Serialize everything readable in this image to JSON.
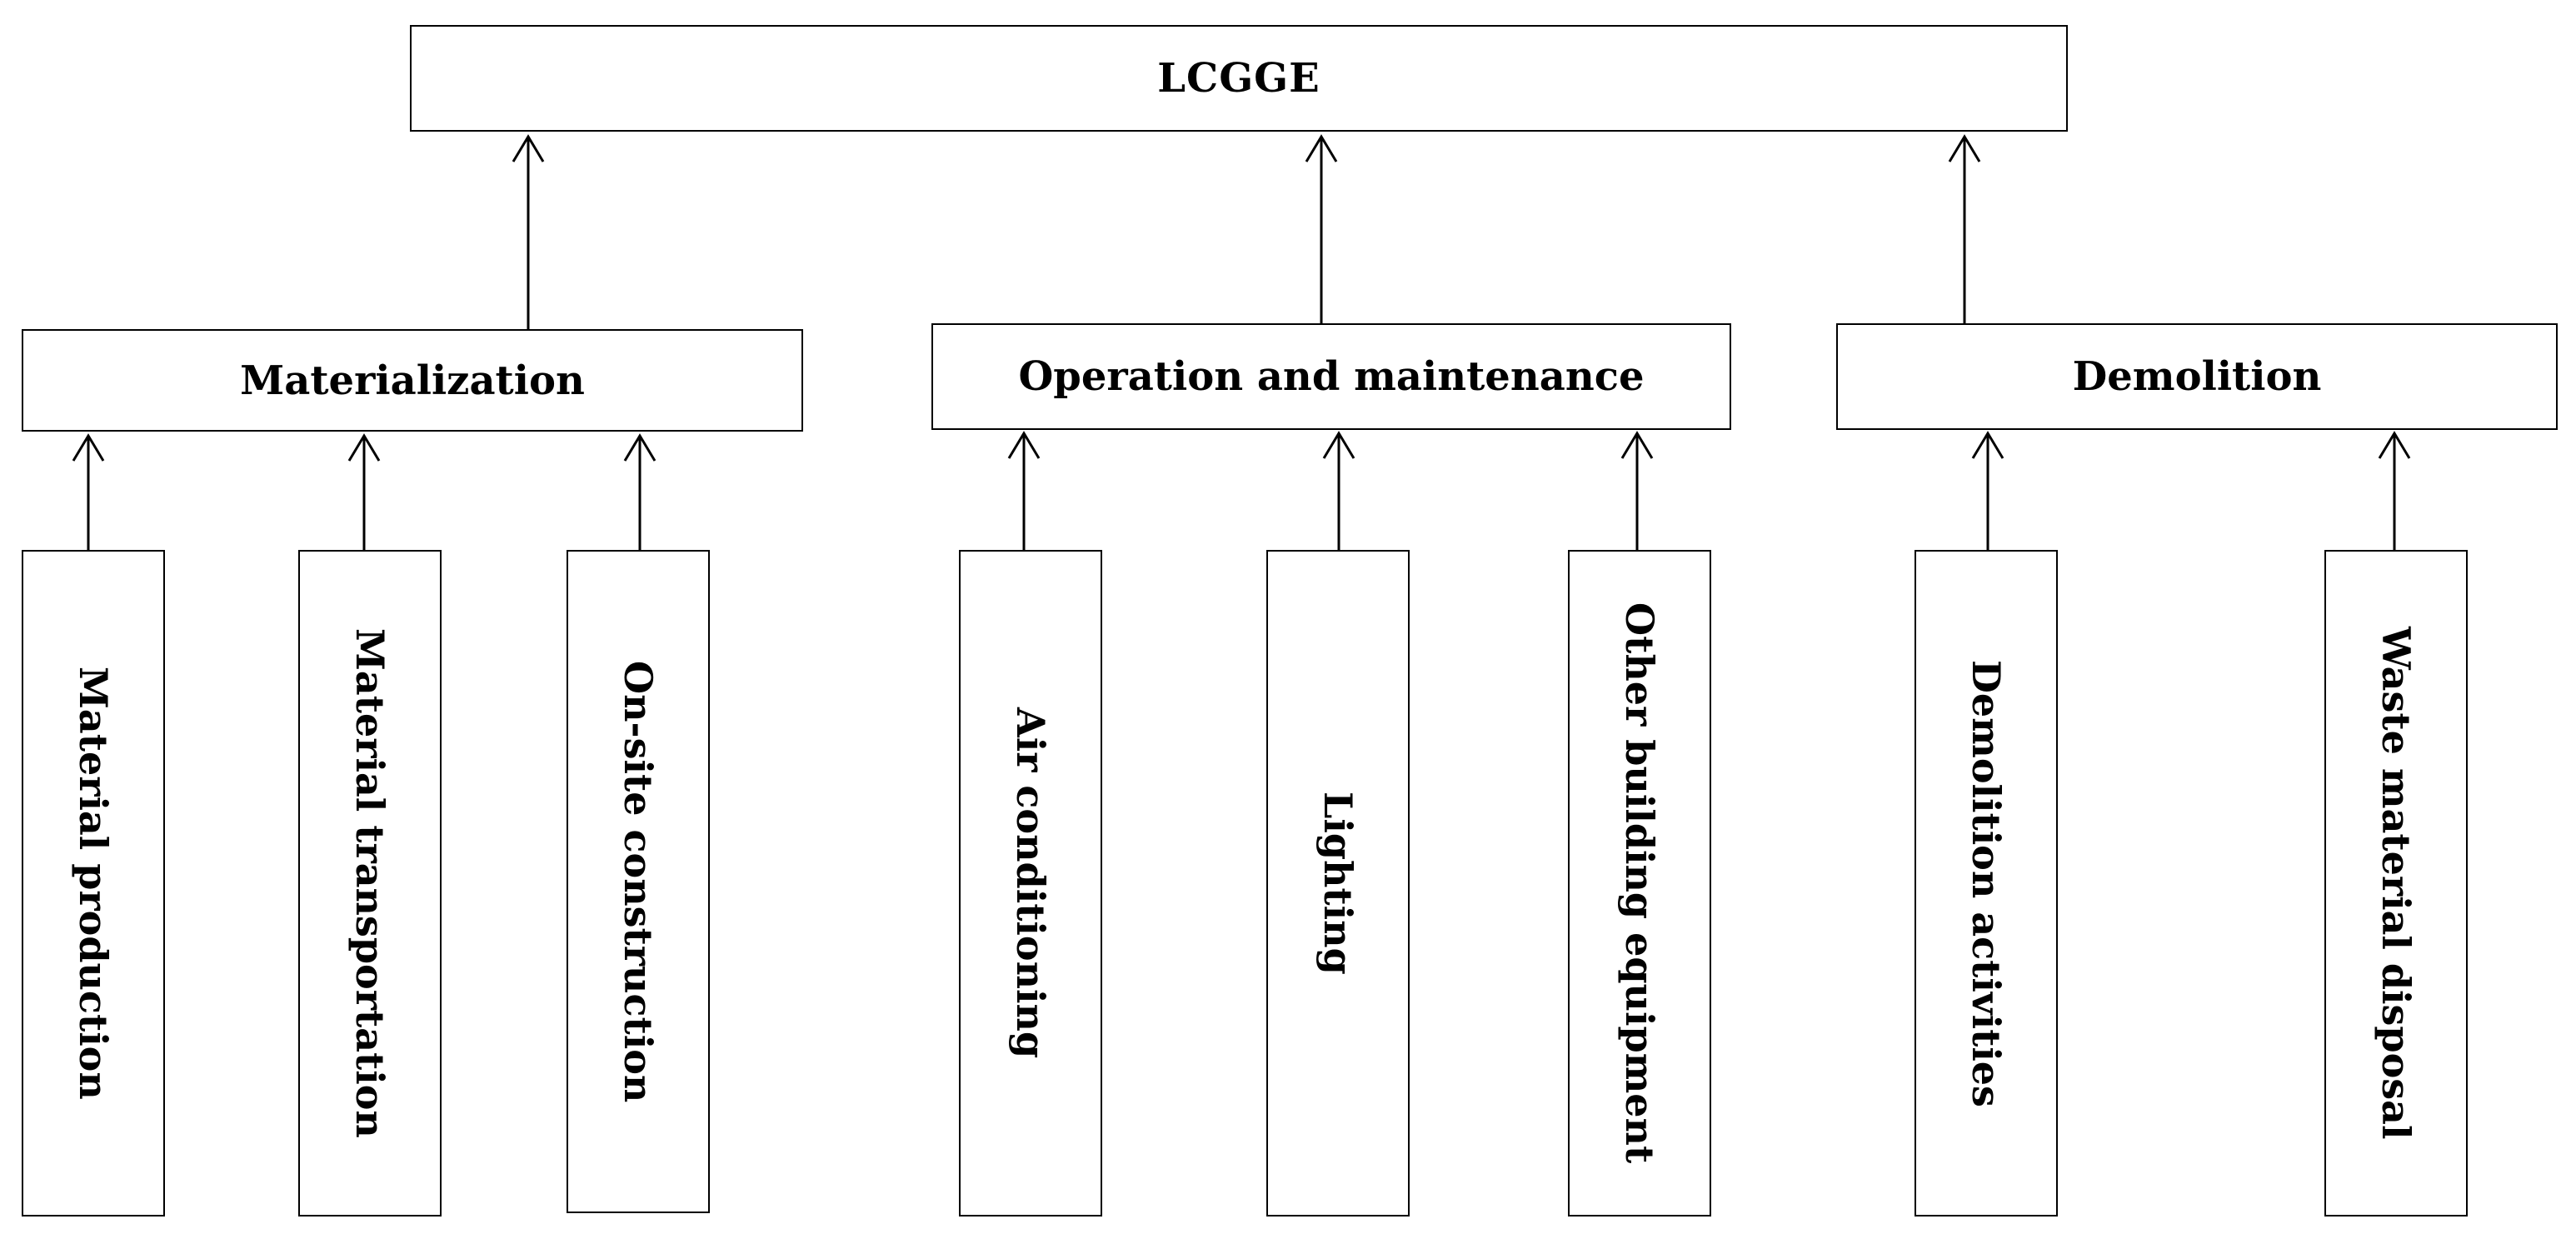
{
  "diagram": {
    "root": {
      "label": "LCGGE"
    },
    "stages": [
      {
        "label": "Materialization",
        "children": [
          "Material production",
          "Material transportation",
          "On-site construction"
        ]
      },
      {
        "label": "Operation and maintenance",
        "children": [
          "Air conditioning",
          "Lighting",
          "Other building equipment"
        ]
      },
      {
        "label": "Demolition",
        "children": [
          "Demolition activities",
          "Waste material disposal"
        ]
      }
    ],
    "colors": {
      "line": "#000000",
      "background": "#ffffff",
      "text": "#000000"
    }
  }
}
